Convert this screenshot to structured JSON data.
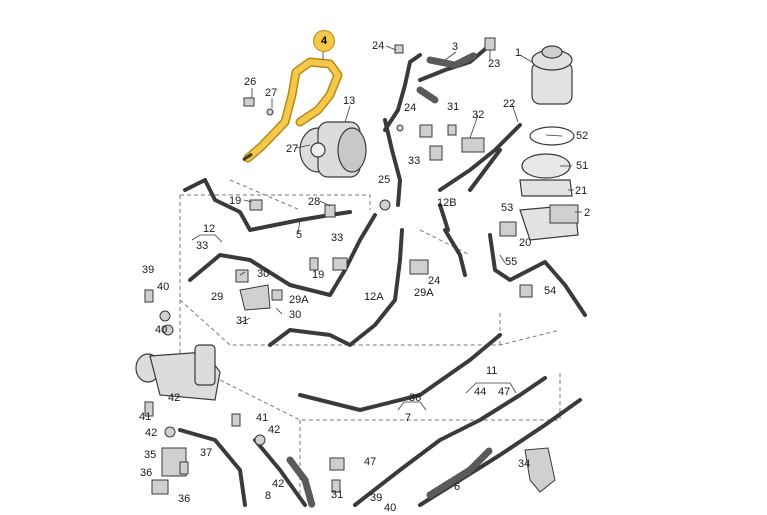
{
  "colors": {
    "line": "#3a3a3a",
    "part_fill": "#dcdcdc",
    "dash": "#7a7a7a",
    "highlight": "#f3c84b",
    "highlight_stroke": "#b8890f"
  },
  "highlighted_part": "4",
  "labels": {
    "l4": "4",
    "l24a": "24",
    "l3": "3",
    "l1": "1",
    "l23": "23",
    "l26": "26",
    "l27a": "27",
    "l13": "13",
    "l24b": "24",
    "l31a": "31",
    "l32": "32",
    "l22": "22",
    "l52": "52",
    "l27b": "27",
    "l33a": "33",
    "l51": "51",
    "l25": "25",
    "l21": "21",
    "l19a": "19",
    "l28": "28",
    "l12B": "12B",
    "l53": "53",
    "l2": "2",
    "l12a": "12",
    "l5": "5",
    "l20": "20",
    "l33b": "33",
    "l33c": "33",
    "l24c": "24",
    "l55": "55",
    "l39a": "39",
    "l30a": "30",
    "l19b": "19",
    "l40a": "40",
    "l29a": "29",
    "l29Aa": "29A",
    "l12A": "12A",
    "l29Ab": "29A",
    "l54": "54",
    "l30b": "30",
    "l31b": "31",
    "l40b": "40",
    "l11": "11",
    "l44": "44",
    "l47a": "47",
    "l36": "36",
    "l42a": "42",
    "l7": "7",
    "l41a": "41",
    "l41b": "41",
    "l42b": "42",
    "l42c": "42",
    "l35": "35",
    "l37": "37",
    "l36b": "36",
    "l47b": "47",
    "l34": "34",
    "l6": "6",
    "l36c": "36",
    "l31c": "31",
    "l42d": "42",
    "l8": "8",
    "l39b": "39",
    "l40c": "40"
  }
}
